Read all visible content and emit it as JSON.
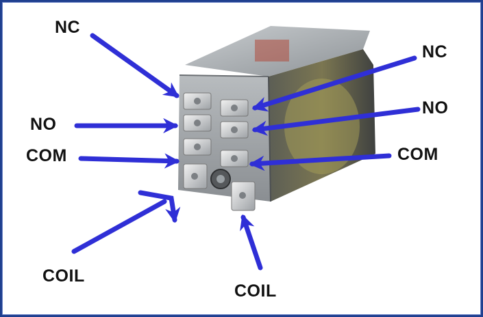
{
  "labels": {
    "nc_left": "NC",
    "no_left": "NO",
    "com_left": "COM",
    "coil_left": "COIL",
    "nc_right": "NC",
    "no_right": "NO",
    "com_right": "COM",
    "coil_bottom": "COIL"
  },
  "colors": {
    "arrow": "#2f2fd6",
    "frame": "#1f3f8f",
    "label_text": "#111111"
  }
}
